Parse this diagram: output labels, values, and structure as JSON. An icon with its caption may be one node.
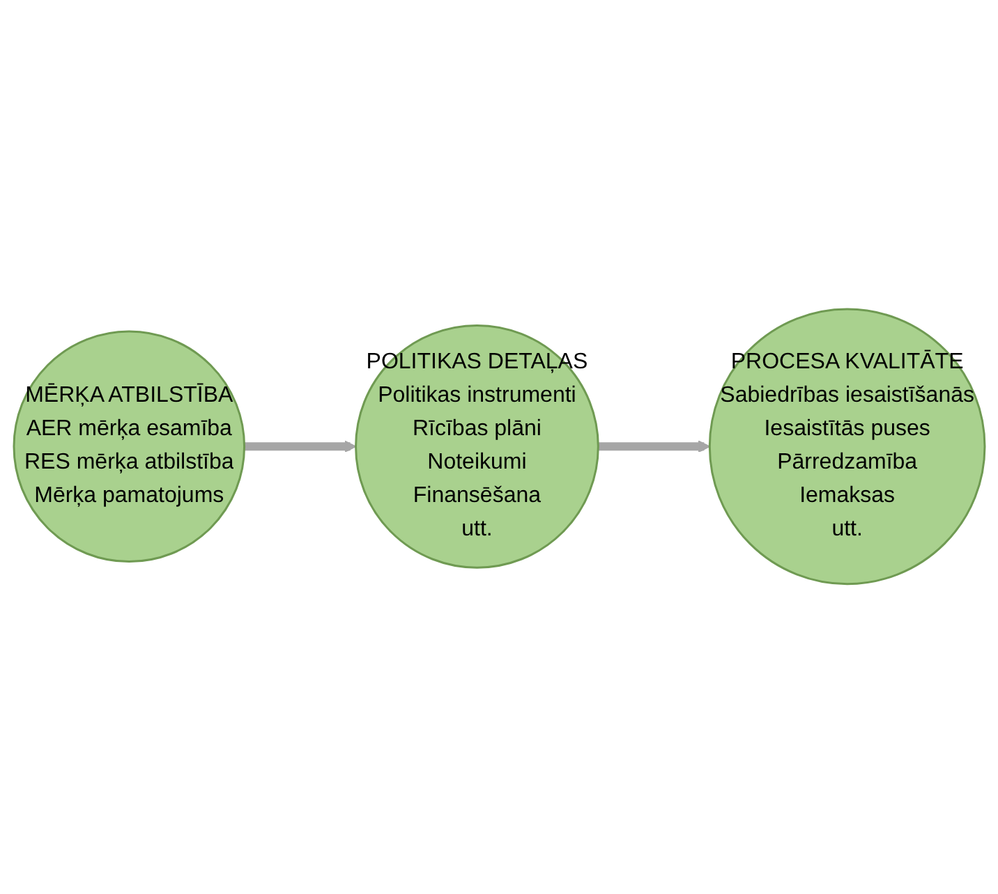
{
  "diagram": {
    "nodes": [
      {
        "text": [
          "MĒRĶA ATBILSTĪBA",
          "AER mērķa esamība",
          "RES mērķa atbilstība",
          "Mērķa pamatojums"
        ]
      },
      {
        "text": [
          "POLITIKAS DETAĻAS",
          "Politikas instrumenti",
          "Rīcības plāni",
          "Noteikumi",
          "Finansēšana",
          "utt."
        ]
      },
      {
        "text": [
          "PROCESA KVALITĀTE",
          "Sabiedrības iesaistīšanās",
          "Iesaistītās puses",
          "Pārredzamība",
          "Iemaksas",
          "utt."
        ]
      }
    ],
    "edges": [
      {
        "from": 0,
        "to": 1,
        "arrow": "to"
      },
      {
        "from": 1,
        "to": 2,
        "arrow": "to"
      }
    ]
  }
}
